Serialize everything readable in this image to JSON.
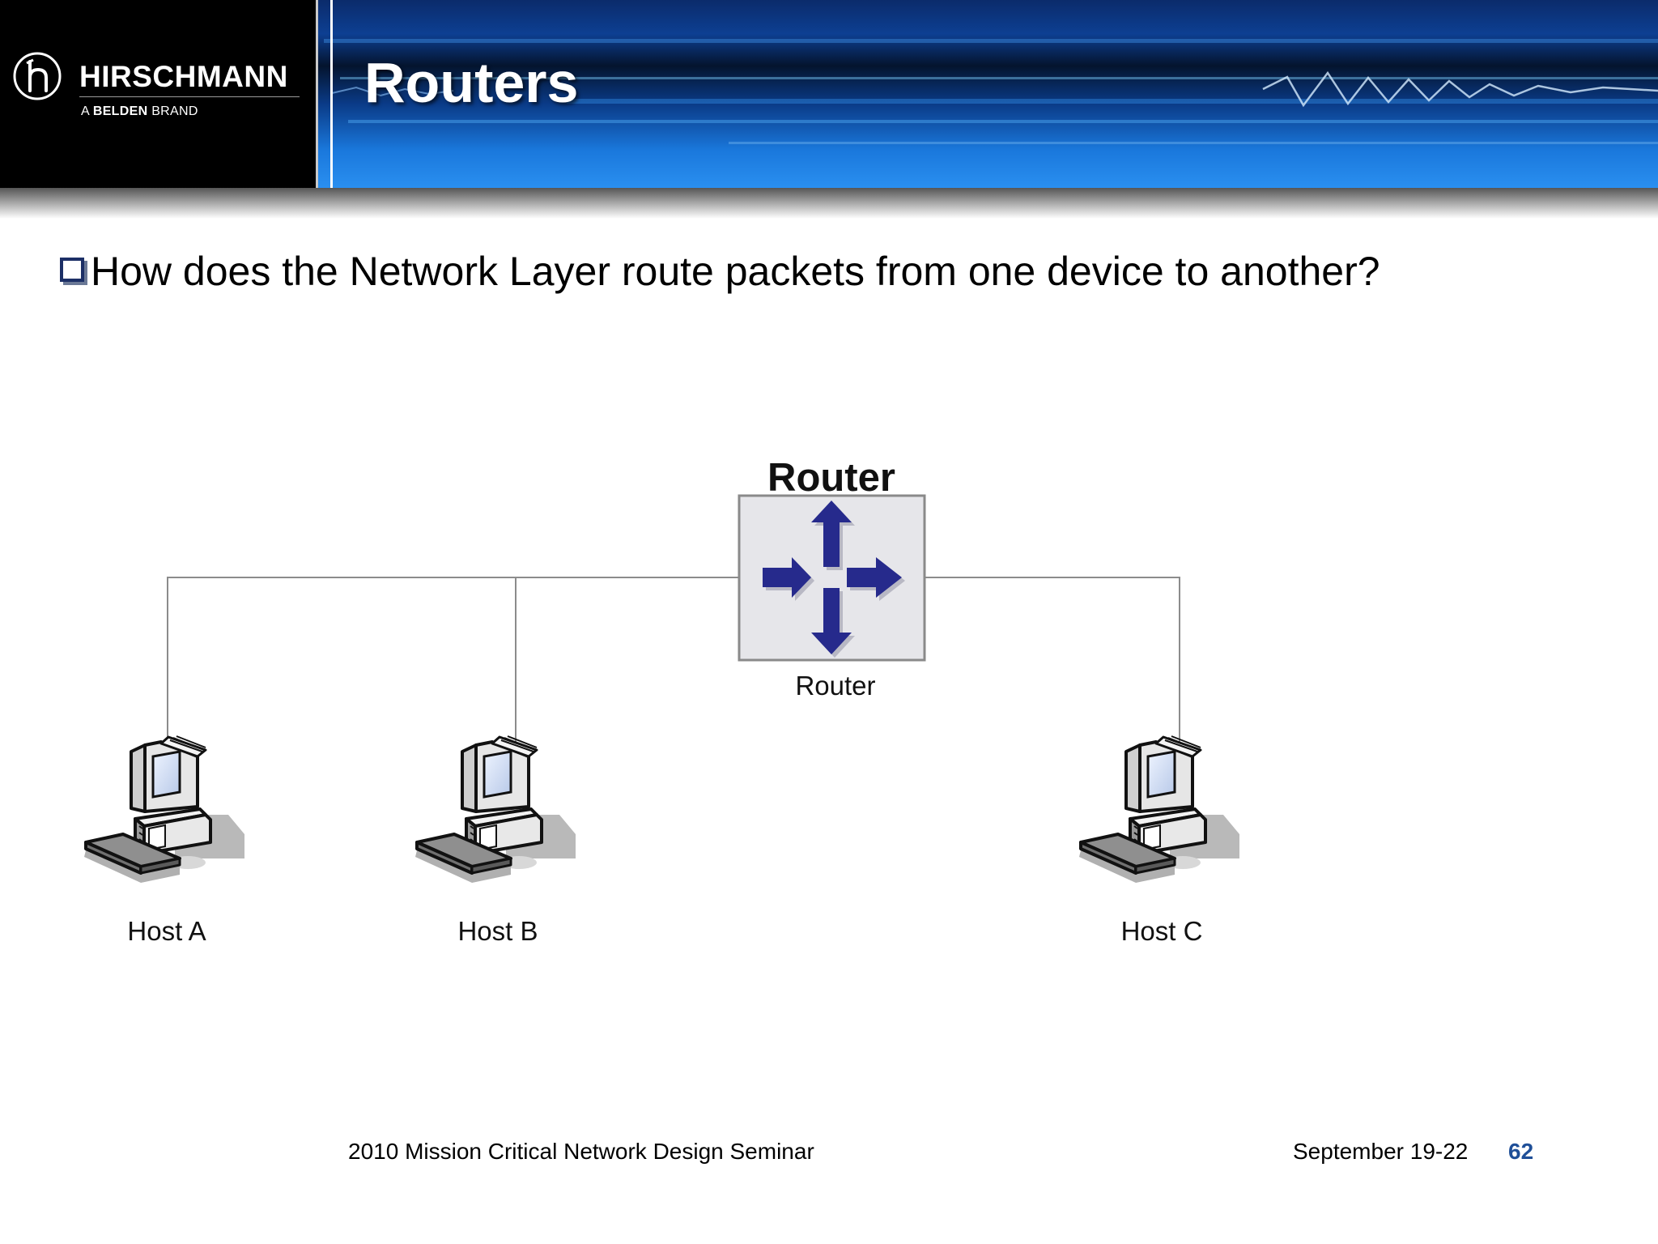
{
  "header": {
    "brand_name": "HIRSCHMANN",
    "brand_sub_prefix": "A",
    "brand_sub_bold": "BELDEN",
    "brand_sub_suffix": "BRAND",
    "title": "Routers"
  },
  "body": {
    "bullet": "How does the Network Layer route packets from one device to another?"
  },
  "diagram": {
    "router_heading": "Router",
    "router_caption": "Router",
    "hosts": [
      "Host A",
      "Host B",
      "Host C"
    ]
  },
  "footer": {
    "event": "2010 Mission Critical Network Design Seminar",
    "date": "September 19-22",
    "page": "62"
  },
  "colors": {
    "banner_blue": "#1a76d6",
    "router_arrow": "#262a8c",
    "page_number": "#1f4f98"
  }
}
